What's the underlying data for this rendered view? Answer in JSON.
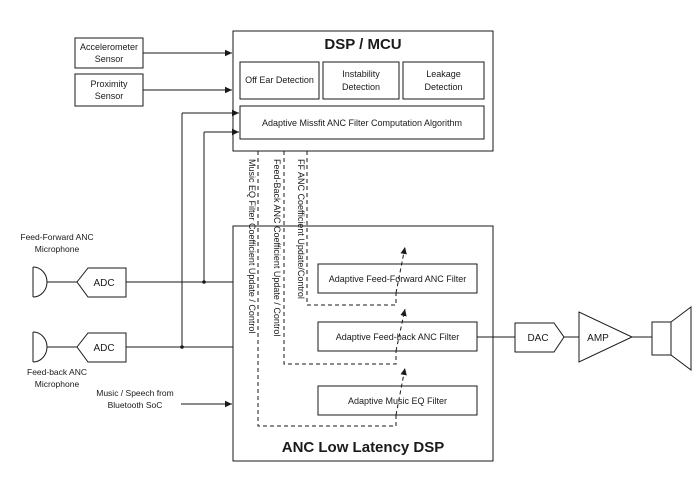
{
  "dsp_mcu": {
    "title": "DSP / MCU",
    "off_ear": "Off Ear Detection",
    "instability": [
      "Instability",
      "Detection"
    ],
    "leakage": [
      "Leakage",
      "Detection"
    ],
    "algorithm": "Adaptive Missfit ANC Filter Computation Algorithm"
  },
  "sensors": {
    "accelerometer": [
      "Accelerometer",
      "Sensor"
    ],
    "proximity": [
      "Proximity",
      "Sensor"
    ]
  },
  "microphones": {
    "feed_forward": [
      "Feed-Forward ANC",
      "Microphone"
    ],
    "feed_back": [
      "Feed-back ANC",
      "Microphone"
    ]
  },
  "adc_label": "ADC",
  "music_source": [
    "Music / Speech from",
    "Bluetooth SoC"
  ],
  "control_lines": {
    "music_eq": "Music EQ Filter Coefficient Update / Control",
    "feed_back": "Feed-Back ANC Coefficient Update / Control",
    "ff": "FF ANC Coefficient Update/Control"
  },
  "anc_dsp": {
    "title": "ANC Low Latency DSP",
    "ff_filter": "Adaptive Feed-Forward ANC Filter",
    "fb_filter": "Adaptive Feed-back ANC Filter",
    "eq_filter": "Adaptive Music EQ Filter"
  },
  "output_chain": {
    "dac": "DAC",
    "amp": "AMP"
  },
  "icons": [
    "microphone-icon",
    "speaker-icon",
    "amplifier-triangle-icon"
  ]
}
